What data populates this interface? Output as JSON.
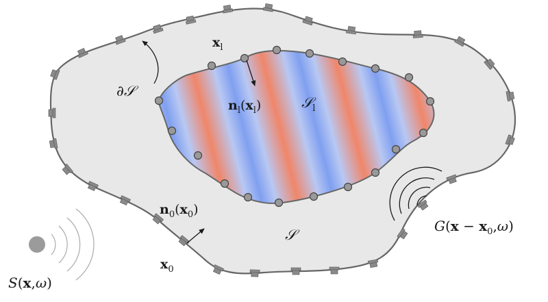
{
  "labels": {
    "x1": "x",
    "x1_sub": "l",
    "n1_bold": "n",
    "n1_sub": "l",
    "n1_open": "(",
    "n1_x": "x",
    "n1_xsub": "l",
    "n1_close": ")",
    "S1": "𝒮",
    "S1_sub": "l",
    "dS": "∂𝒮",
    "S": "𝒮",
    "n0_bold": "n",
    "n0_sub": "0",
    "n0_open": "(",
    "n0_x": "x",
    "n0_xsub": "0",
    "n0_close": ")",
    "x0": "x",
    "x0_sub": "0",
    "Sx_S": "S",
    "Sx_open": "(",
    "Sx_x": "x",
    "Sx_comma": ",",
    "Sx_omega": "ω",
    "Sx_close": ")",
    "G_G": "G",
    "G_open": "(",
    "G_x": "x",
    "G_minus": " − ",
    "G_x0": "x",
    "G_x0sub": "0",
    "G_comma": ",",
    "G_omega": "ω",
    "G_close": ")"
  },
  "colors": {
    "domain_fill": "#e8e8e8",
    "outline": "#666666",
    "wave_red": "#f0866a",
    "wave_blue": "#7f9ff0",
    "microphone": "#8a8a8a",
    "source": "#999999"
  }
}
